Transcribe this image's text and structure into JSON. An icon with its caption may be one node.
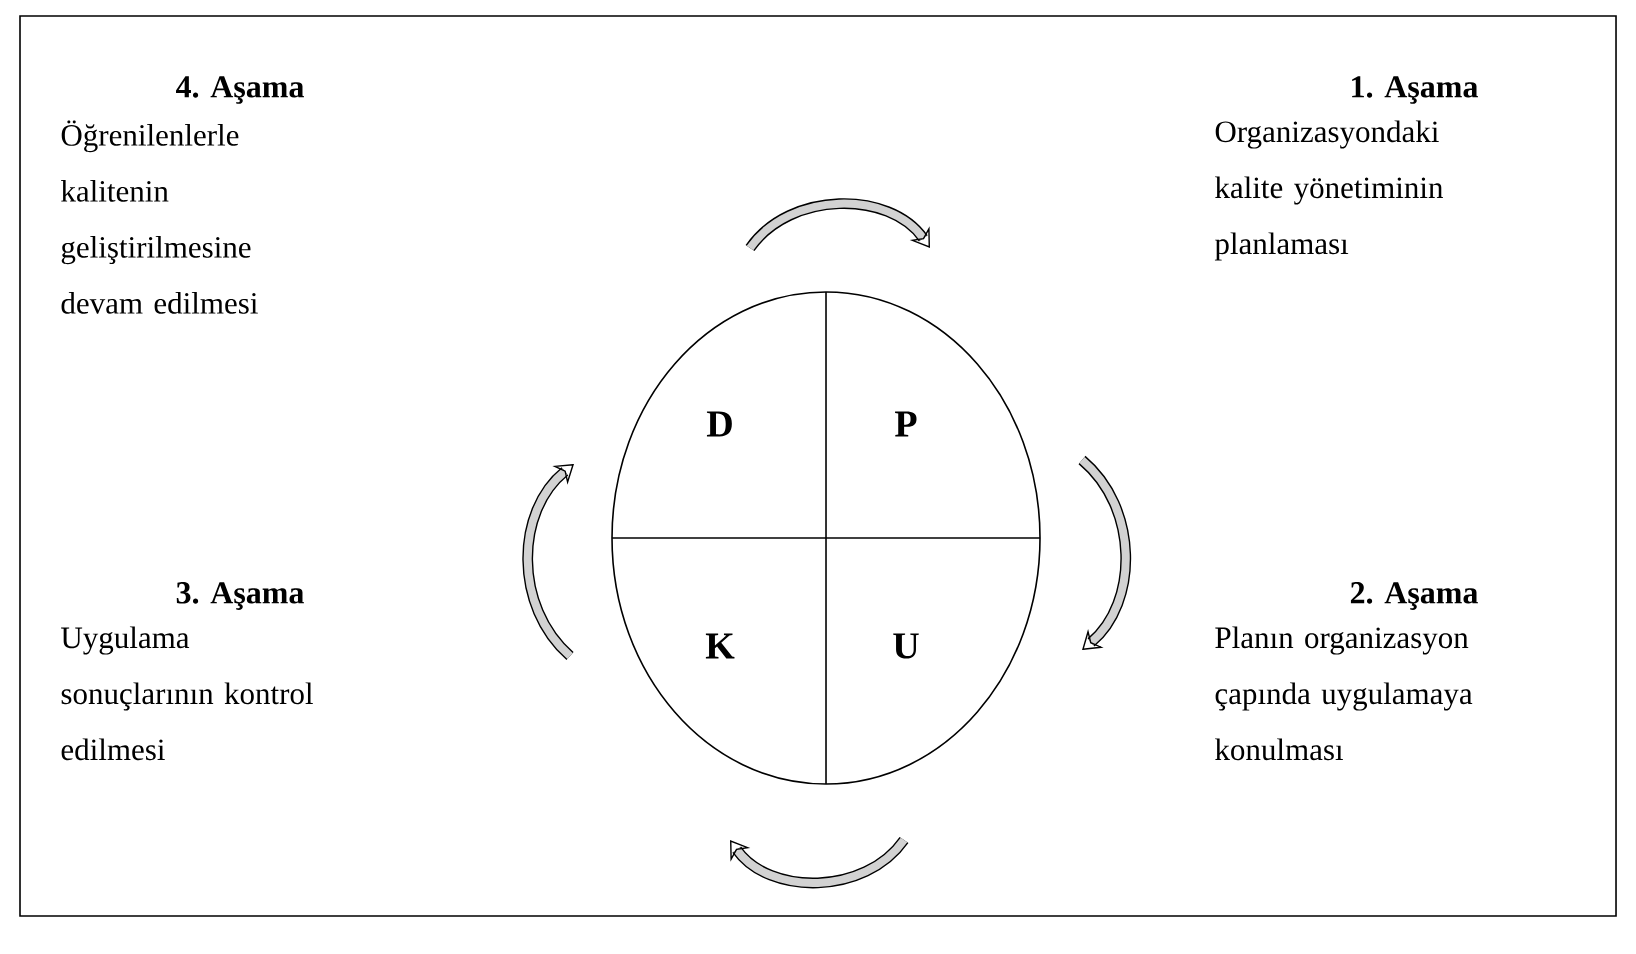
{
  "diagram": {
    "nodes": [
      {
        "text": [],
        "shape": "circle"
      },
      {
        "text": [
          "D"
        ],
        "in": 0
      },
      {
        "text": [
          "P"
        ],
        "in": 0
      },
      {
        "text": [
          "K"
        ],
        "in": 0
      },
      {
        "text": [
          "U"
        ],
        "in": 0
      }
    ],
    "labels": [
      "4. Aşama",
      "Öğrenilenlerle kalitenin geliştirilmesine devam edilmesi",
      "1. Aşama",
      "Organizasyondaki kalite yönetiminin planlaması",
      "3. Aşama",
      "Uygulama sonuçlarının kontrol edilmesi",
      "2. Aşama",
      "Planın organizasyon çapında uygulamaya konulması"
    ]
  }
}
